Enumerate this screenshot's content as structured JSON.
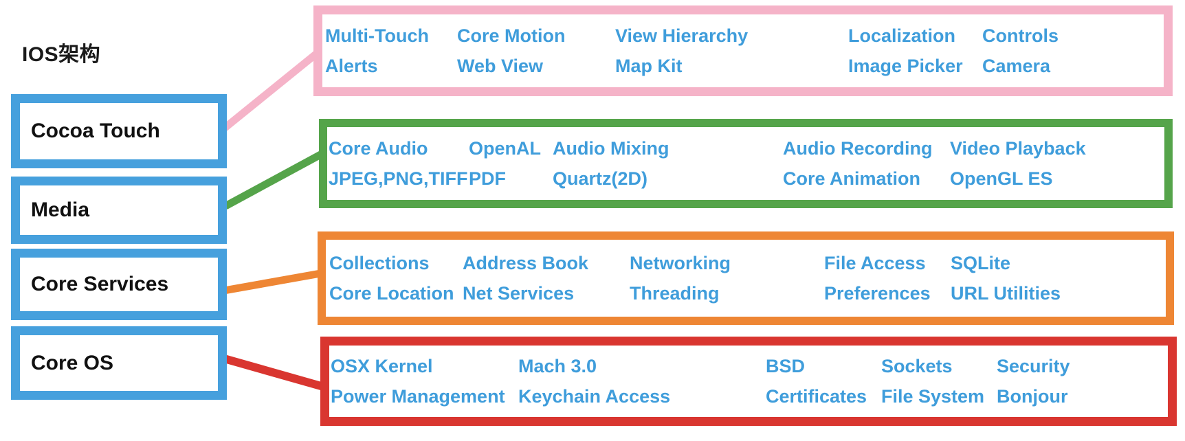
{
  "title": "IOS架构",
  "colors": {
    "layer_border_blue": "#46A0DD",
    "item_text_blue": "#3F9DDB",
    "cocoa_touch_pink": "#F5B3C8",
    "media_green": "#55A44A",
    "core_services_orange": "#EE8634",
    "core_os_red": "#D93630"
  },
  "layers": [
    {
      "label": "Cocoa Touch",
      "color": "#F5B3C8",
      "rows": [
        [
          "Multi-Touch",
          "Core Motion",
          "View Hierarchy",
          "Localization",
          "Controls"
        ],
        [
          "Alerts",
          "Web View",
          "Map Kit",
          "Image Picker",
          "Camera"
        ]
      ]
    },
    {
      "label": "Media",
      "color": "#55A44A",
      "rows": [
        [
          "Core Audio",
          "OpenAL",
          "Audio Mixing",
          "Audio Recording",
          "Video Playback"
        ],
        [
          "JPEG,PNG,TIFF",
          "PDF",
          "Quartz(2D)",
          "Core Animation",
          "OpenGL ES"
        ]
      ]
    },
    {
      "label": "Core Services",
      "color": "#EE8634",
      "rows": [
        [
          "Collections",
          "Address Book",
          "Networking",
          "File Access",
          "SQLite"
        ],
        [
          "Core Location",
          "Net Services",
          "Threading",
          "Preferences",
          "URL Utilities"
        ]
      ]
    },
    {
      "label": "Core OS",
      "color": "#D93630",
      "rows": [
        [
          "OSX Kernel",
          "Mach 3.0",
          "BSD",
          "Sockets",
          "Security"
        ],
        [
          "Power Management",
          "Keychain Access",
          "Certificates",
          "File System",
          "Bonjour"
        ]
      ]
    }
  ]
}
